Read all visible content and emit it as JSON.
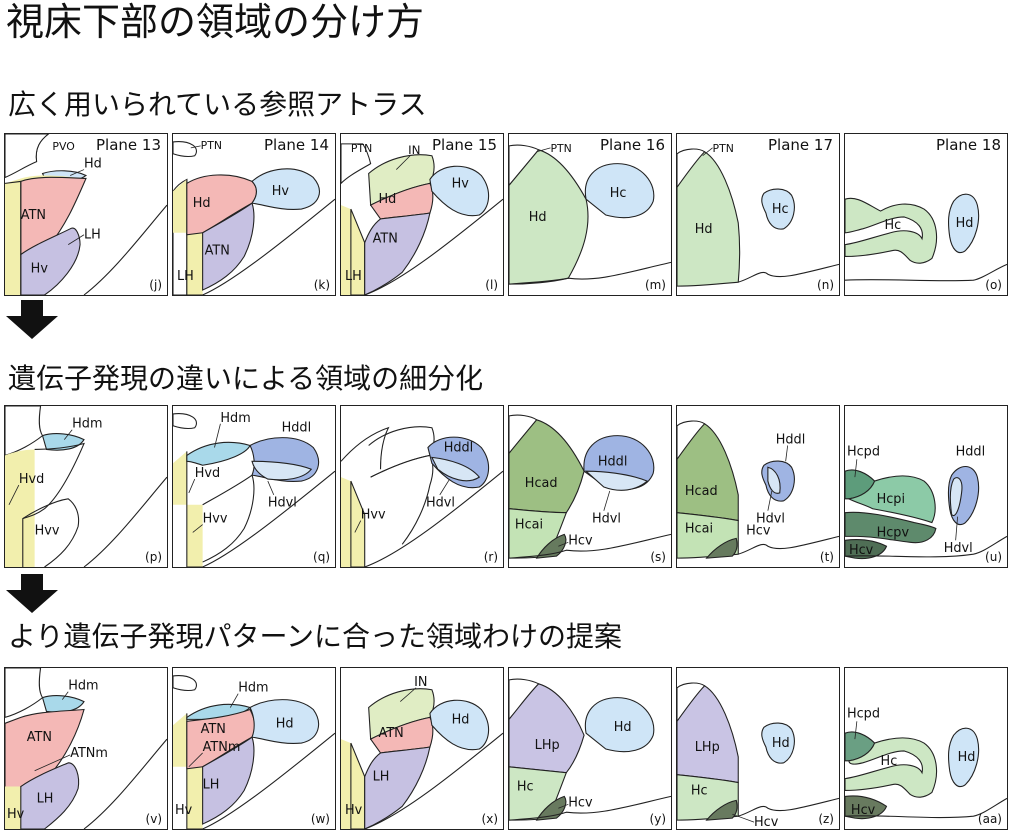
{
  "title": "視床下部の領域の分け方",
  "sections": [
    "広く用いられている参照アトラス",
    "遺伝子発現の違いによる領域の細分化",
    "より遺伝子発現パターンに合った領域わけの提案"
  ],
  "colors": {
    "ATN": "#f4b8b6",
    "Hd": "#cfe5f7",
    "Hv": "#c6c1e2",
    "LH": "#c6c1e2",
    "Hc": "#cde7c4",
    "yellow": "#f2efad",
    "IN": "#e0edc4",
    "Hdm": "#a9d9ea",
    "Hddl": "#9fb4e3",
    "Hdvl": "#d7e6f5",
    "Hcad": "#9dbf83",
    "Hcai": "#c3e3b5",
    "Hcv": "#667a5e",
    "Hcpd": "#5d9c7b",
    "Hcpi": "#8ccaa7",
    "Hcpv": "#5e8a6c",
    "Hcv_u": "#4f6e55",
    "LHp": "#c9c4e4",
    "Hcpd_aa": "#6a9f83",
    "Hcv_aa": "#687a5f"
  },
  "panels": [
    {
      "id": "(j)",
      "plane": "Plane 13",
      "labels": [
        "PVO",
        "Hd",
        "ATN",
        "LH",
        "Hv"
      ]
    },
    {
      "id": "(k)",
      "plane": "Plane 14",
      "labels": [
        "PTN",
        "Hd",
        "ATN",
        "LH",
        "Hv"
      ]
    },
    {
      "id": "(l)",
      "plane": "Plane 15",
      "labels": [
        "PTN",
        "IN",
        "Hd",
        "ATN",
        "LH",
        "Hv"
      ]
    },
    {
      "id": "(m)",
      "plane": "Plane 16",
      "labels": [
        "PTN",
        "Hd",
        "Hc"
      ]
    },
    {
      "id": "(n)",
      "plane": "Plane 17",
      "labels": [
        "PTN",
        "Hd",
        "Hc"
      ]
    },
    {
      "id": "(o)",
      "plane": "Plane 18",
      "labels": [
        "Hc",
        "Hd"
      ]
    },
    {
      "id": "(p)",
      "plane": "",
      "labels": [
        "Hdm",
        "Hvd",
        "Hvv"
      ]
    },
    {
      "id": "(q)",
      "plane": "",
      "labels": [
        "Hdm",
        "Hddl",
        "Hvd",
        "Hdvl",
        "Hvv"
      ]
    },
    {
      "id": "(r)",
      "plane": "",
      "labels": [
        "Hddl",
        "Hdvl",
        "Hvv"
      ]
    },
    {
      "id": "(s)",
      "plane": "",
      "labels": [
        "Hddl",
        "Hcad",
        "Hdvl",
        "Hcai",
        "Hcv"
      ]
    },
    {
      "id": "(t)",
      "plane": "",
      "labels": [
        "Hddl",
        "Hcad",
        "Hdvl",
        "Hcv",
        "Hcai"
      ]
    },
    {
      "id": "(u)",
      "plane": "",
      "labels": [
        "Hcpd",
        "Hddl",
        "Hcpi",
        "Hcpv",
        "Hcv",
        "Hdvl"
      ]
    },
    {
      "id": "(v)",
      "plane": "",
      "labels": [
        "Hdm",
        "ATN",
        "ATNm",
        "LH",
        "Hv"
      ]
    },
    {
      "id": "(w)",
      "plane": "",
      "labels": [
        "Hdm",
        "ATN",
        "ATNm",
        "Hd",
        "LH",
        "Hv"
      ]
    },
    {
      "id": "(x)",
      "plane": "",
      "labels": [
        "IN",
        "Hd",
        "ATN",
        "LH",
        "Hv"
      ]
    },
    {
      "id": "(y)",
      "plane": "",
      "labels": [
        "LHp",
        "Hd",
        "Hc",
        "Hcv"
      ]
    },
    {
      "id": "(z)",
      "plane": "",
      "labels": [
        "LHp",
        "Hd",
        "Hc",
        "Hcv"
      ]
    },
    {
      "id": "(aa)",
      "plane": "",
      "labels": [
        "Hcpd",
        "Hc",
        "Hd",
        "Hcv"
      ]
    }
  ]
}
